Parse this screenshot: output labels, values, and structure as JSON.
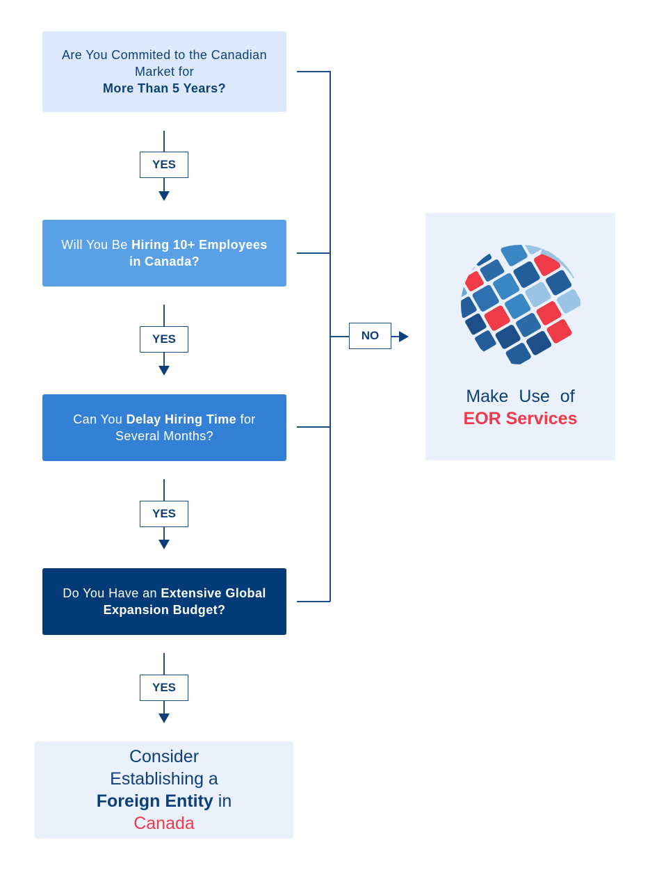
{
  "questions": [
    {
      "pre": "Are You Commited to the Canadian Market for",
      "bold": "More Than 5 Years?",
      "post": ""
    },
    {
      "pre": "Will You Be ",
      "bold": "Hiring 10+ Employees in Canada?",
      "post": ""
    },
    {
      "pre": "Can You ",
      "bold": "Delay Hiring Time",
      "post": " for Several Months?"
    },
    {
      "pre": "Do You Have an ",
      "bold": "Extensive Global Expansion Budget?",
      "post": ""
    }
  ],
  "connectors": {
    "yes_label": "YES",
    "no_label": "NO"
  },
  "result_yes": {
    "line1": "Consider",
    "line2": "Establishing a",
    "bold": "Foreign Entity",
    "in": " in",
    "country": "Canada"
  },
  "result_no": {
    "title": "Make Use of",
    "highlight": "EOR Services",
    "icon": "globe-mosaic-icon"
  },
  "colors": {
    "q1_bg": "#dbe9fb",
    "q2_bg": "#5aa0e6",
    "q3_bg": "#3480d6",
    "q4_bg": "#033b79",
    "navy": "#0d3f7a",
    "accent_red": "#f0394a",
    "result_bg": "#eaf1fb"
  }
}
